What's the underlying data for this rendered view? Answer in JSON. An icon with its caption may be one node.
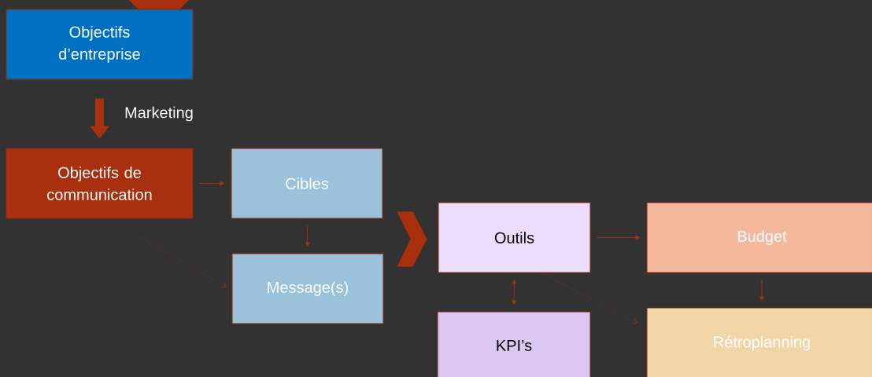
{
  "diagram": {
    "nodes": [
      {
        "text": [
          "Objectifs d’entreprise"
        ]
      },
      {
        "text": [
          "Objectifs de communication"
        ]
      },
      {
        "text": [
          "Cibles"
        ]
      },
      {
        "text": [
          "Message(s)"
        ]
      },
      {
        "text": [
          "Outils"
        ]
      },
      {
        "text": [
          "KPI’s"
        ]
      },
      {
        "text": [
          "Budget"
        ]
      },
      {
        "text": [
          "Rétroplanning"
        ]
      }
    ],
    "edges": [
      {
        "from": 0,
        "to": 1,
        "arrow": "to",
        "style": "thick",
        "label": "Marketing"
      },
      {
        "from": 1,
        "to": 2,
        "arrow": "to"
      },
      {
        "from": 1,
        "to": 3,
        "arrow": "to",
        "style": "dashed"
      },
      {
        "from": 2,
        "to": 3,
        "arrow": "to"
      },
      {
        "from": null,
        "to": 4,
        "arrow": "to",
        "style": "thick"
      },
      {
        "from": 4,
        "to": 6,
        "arrow": "to"
      },
      {
        "from": 4,
        "to": 5,
        "arrow": "both"
      },
      {
        "from": 4,
        "to": 7,
        "arrow": "to",
        "style": "dashed"
      },
      {
        "from": 6,
        "to": 7,
        "arrow": "to"
      }
    ]
  }
}
